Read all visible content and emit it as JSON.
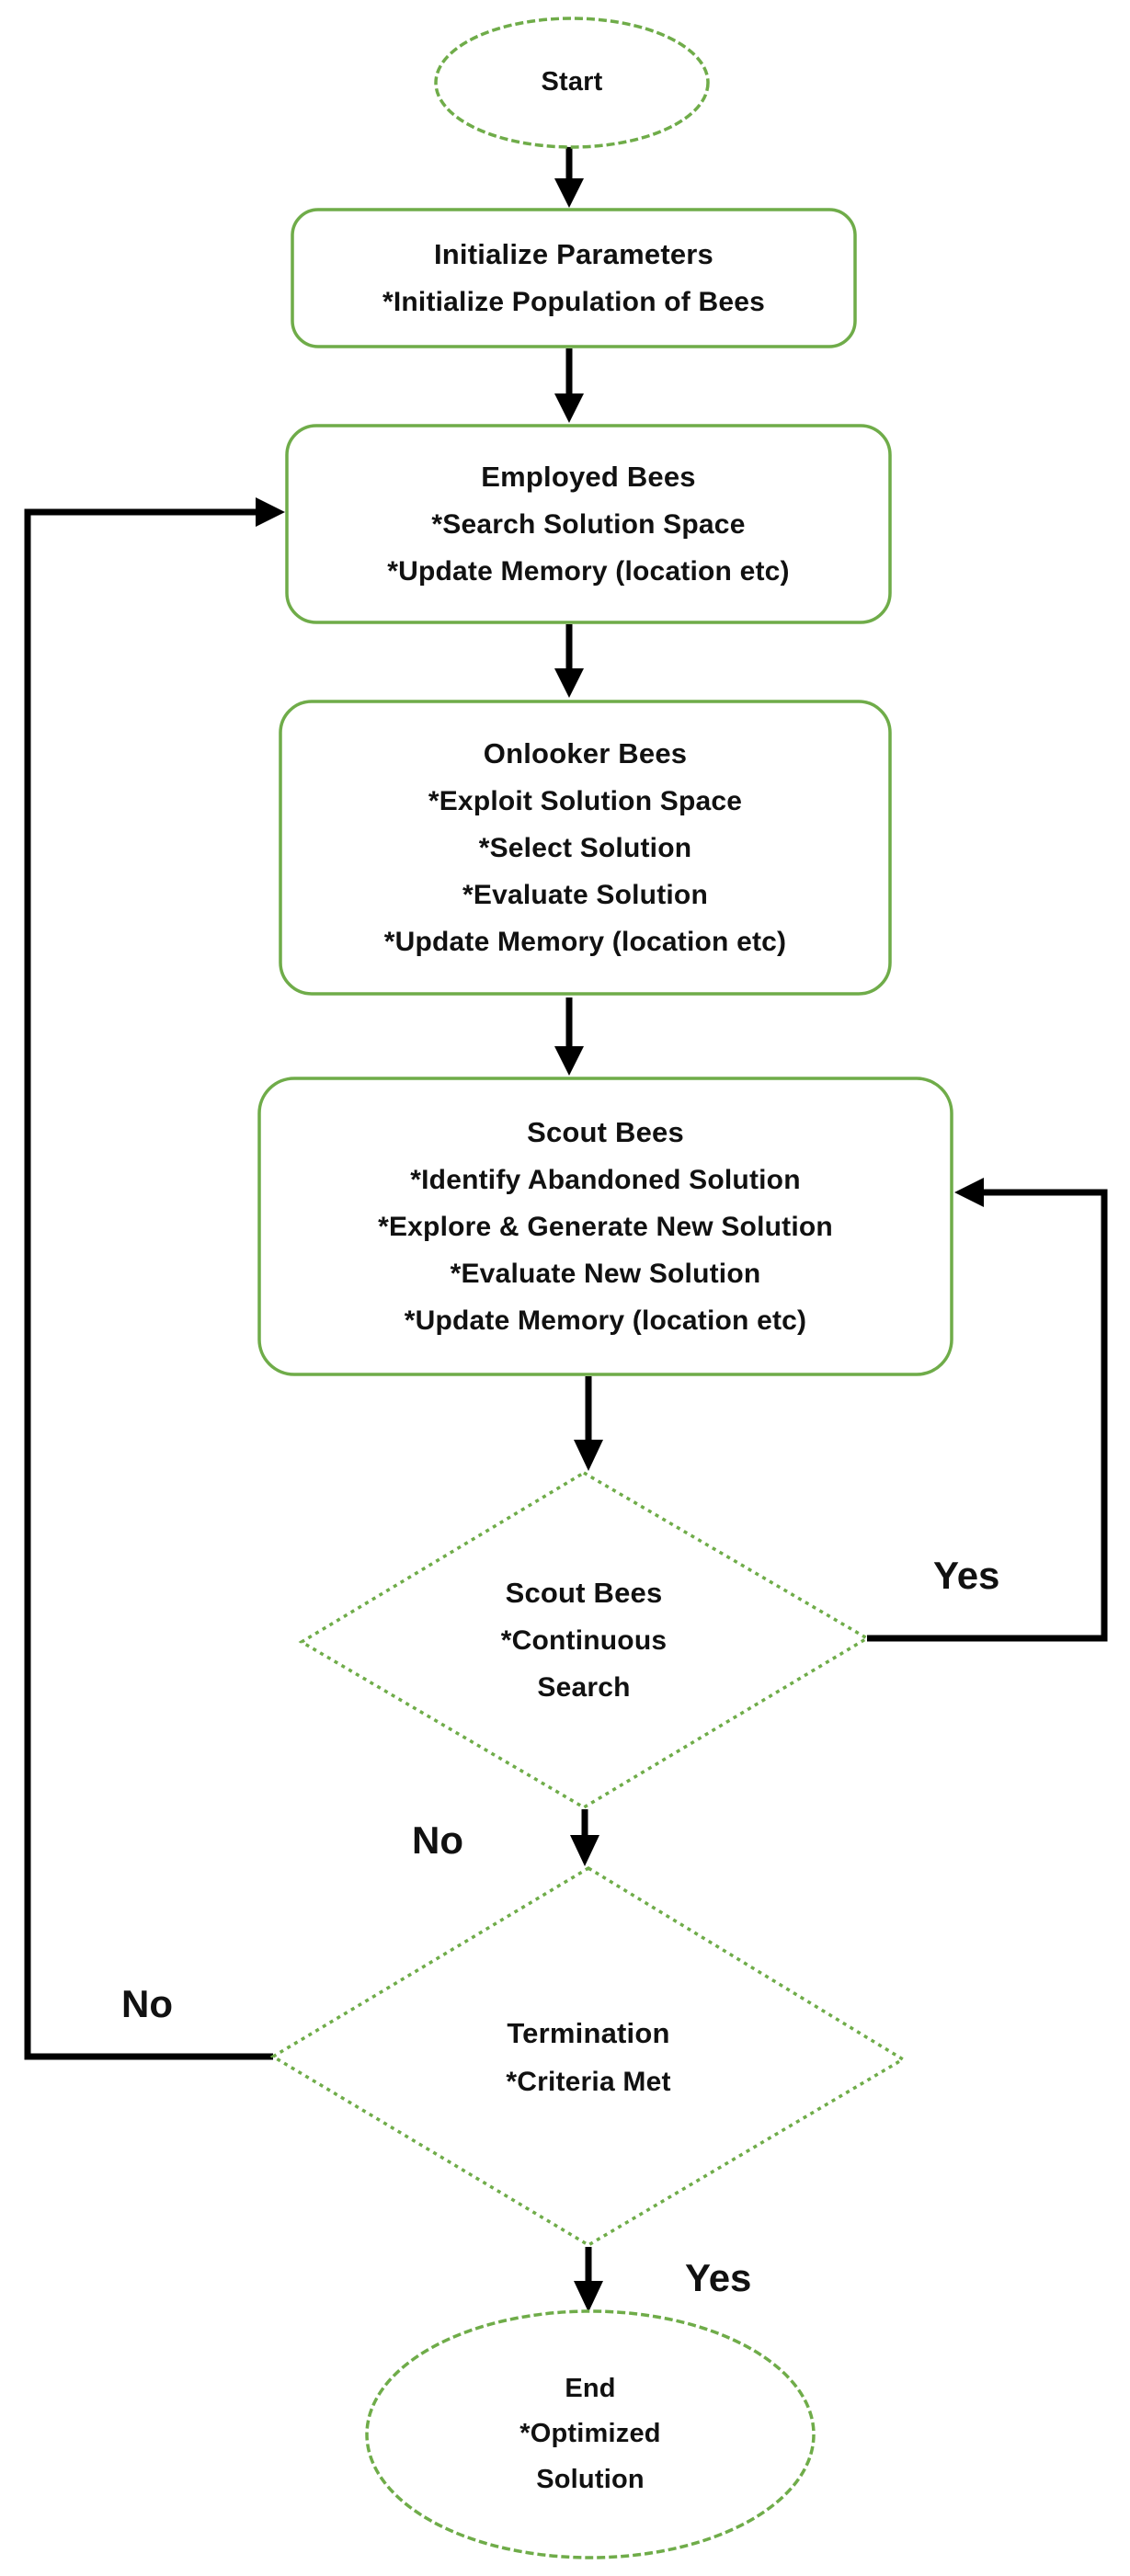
{
  "colors": {
    "shape_stroke_green": "#6FAC49",
    "arrow_black": "#000000",
    "text_black": "#111111"
  },
  "nodes": {
    "start": {
      "title": "Start"
    },
    "initialize": {
      "title": "Initialize Parameters",
      "bullets": [
        "*Initialize Population of Bees"
      ]
    },
    "employed": {
      "title": "Employed Bees",
      "bullets": [
        "*Search Solution Space",
        "*Update Memory (location etc)"
      ]
    },
    "onlooker": {
      "title": "Onlooker Bees",
      "bullets": [
        "*Exploit Solution Space",
        "*Select Solution",
        "*Evaluate Solution",
        "*Update Memory (location etc)"
      ]
    },
    "scout": {
      "title": "Scout Bees",
      "bullets": [
        "*Identify Abandoned Solution",
        "*Explore & Generate New Solution",
        "*Evaluate New Solution",
        "*Update Memory (location etc)"
      ]
    },
    "scout_decision": {
      "title": "Scout Bees",
      "bullets": [
        "*Continuous",
        "Search"
      ]
    },
    "termination_decision": {
      "title": "Termination",
      "bullets": [
        "*Criteria Met"
      ]
    },
    "end": {
      "title": "End",
      "bullets": [
        "*Optimized",
        "Solution"
      ]
    }
  },
  "edge_labels": {
    "scout_decision_yes": "Yes",
    "scout_decision_no": "No",
    "termination_no": "No",
    "termination_yes": "Yes"
  }
}
